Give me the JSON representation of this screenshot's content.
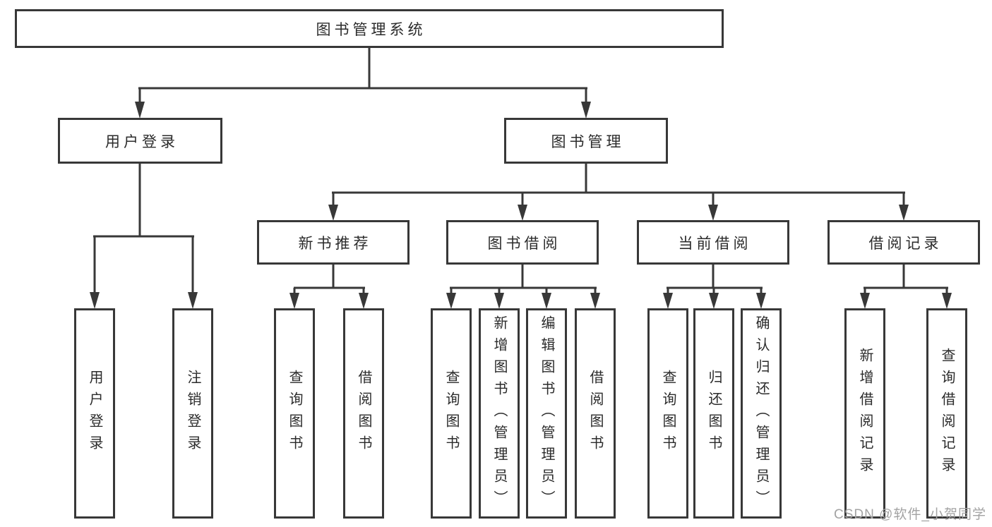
{
  "diagram": {
    "root": {
      "label": "图书管理系统"
    },
    "level2": [
      {
        "label": "用户登录"
      },
      {
        "label": "图书管理"
      }
    ],
    "level3": [
      {
        "label": "新书推荐",
        "parent": "图书管理"
      },
      {
        "label": "图书借阅",
        "parent": "图书管理"
      },
      {
        "label": "当前借阅",
        "parent": "图书管理"
      },
      {
        "label": "借阅记录",
        "parent": "图书管理"
      }
    ],
    "leaves": [
      {
        "label": "用户登录",
        "parent": "用户登录"
      },
      {
        "label": "注销登录",
        "parent": "用户登录"
      },
      {
        "label": "查询图书",
        "parent": "新书推荐"
      },
      {
        "label": "借阅图书",
        "parent": "新书推荐"
      },
      {
        "label": "查询图书",
        "parent": "图书借阅"
      },
      {
        "label": "新增图书（管理员）",
        "parent": "图书借阅"
      },
      {
        "label": "编辑图书（管理员）",
        "parent": "图书借阅"
      },
      {
        "label": "借阅图书",
        "parent": "图书借阅"
      },
      {
        "label": "查询图书",
        "parent": "当前借阅"
      },
      {
        "label": "归还图书",
        "parent": "当前借阅"
      },
      {
        "label": "确认归还（管理员）",
        "parent": "当前借阅"
      },
      {
        "label": "新增借阅记录",
        "parent": "借阅记录"
      },
      {
        "label": "查询借阅记录",
        "parent": "借阅记录"
      }
    ],
    "colors": {
      "line": "#383838",
      "text": "#2b2b2b",
      "box_background": "#ffffff",
      "watermark": "#a3a3a3"
    }
  },
  "watermark": {
    "text": "CSDN @软件_小贺同学"
  }
}
